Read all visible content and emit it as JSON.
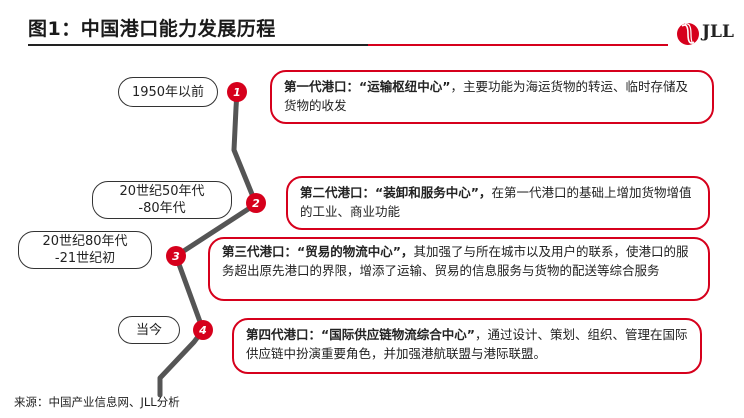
{
  "title": "图1：中国港口能力发展历程",
  "logo": {
    "text": "JLL"
  },
  "stages": [
    {
      "number": "1",
      "era_lines": [
        "1950年以前"
      ],
      "heading": "第一代港口：“运输枢纽中心”",
      "body": "，主要功能为海运货物的转运、临时存储及货物的收发"
    },
    {
      "number": "2",
      "era_lines": [
        "20世纪50年代",
        "-80年代"
      ],
      "heading": "第二代港口：“装卸和服务中心”，",
      "body": "在第一代港口的基础上增加货物增值的工业、商业功能"
    },
    {
      "number": "3",
      "era_lines": [
        "20世纪80年代",
        "-21世纪初"
      ],
      "heading": "第三代港口：“贸易的物流中心”，",
      "body": "其加强了与所在城市以及用户的联系，使港口的服务超出原先港口的界限，增添了运输、贸易的信息服务与货物的配送等综合服务"
    },
    {
      "number": "4",
      "era_lines": [
        "当今"
      ],
      "heading": "第四代港口：“国际供应链物流综合中心”",
      "body": "，通过设计、策划、组织、管理在国际供应链中扮演重要角色，并加强港航联盟与港际联盟。"
    }
  ],
  "source": "来源：中国产业信息网、JLL分析"
}
